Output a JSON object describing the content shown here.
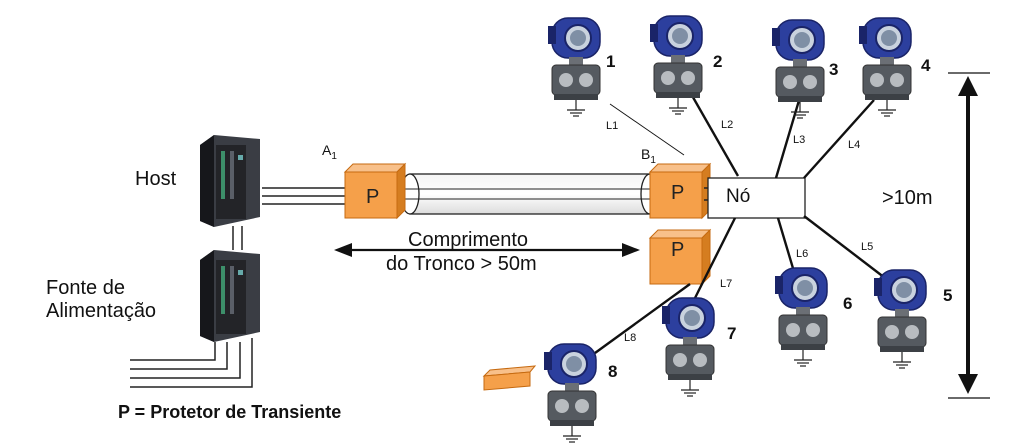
{
  "labels": {
    "host": "Host",
    "power_line1": "Fonte de",
    "power_line2": "Alimentação",
    "a_point": "A",
    "a_sub": "1",
    "b_point": "B",
    "b_sub": "1",
    "protector_letter": "P",
    "node": "Nó",
    "trunk_line1": "Comprimento",
    "trunk_line2": "do Tronco > 50m",
    "distance": ">10m",
    "legend": "P = Protetor  de Transiente"
  },
  "devices": [
    "1",
    "2",
    "3",
    "4",
    "5",
    "6",
    "7",
    "8"
  ],
  "spurs": [
    "L1",
    "L2",
    "L3",
    "L4",
    "L5",
    "L6",
    "L7",
    "L8"
  ],
  "colors": {
    "protector": "#f5a04a",
    "protector_edge": "#c66a10",
    "transmitter": "#2c3f9e",
    "transmitter_dark": "#1a2468",
    "housing": "#555a60",
    "housing_light": "#b8bcc0",
    "host_body": "#2a2a2e",
    "line": "#222222"
  }
}
